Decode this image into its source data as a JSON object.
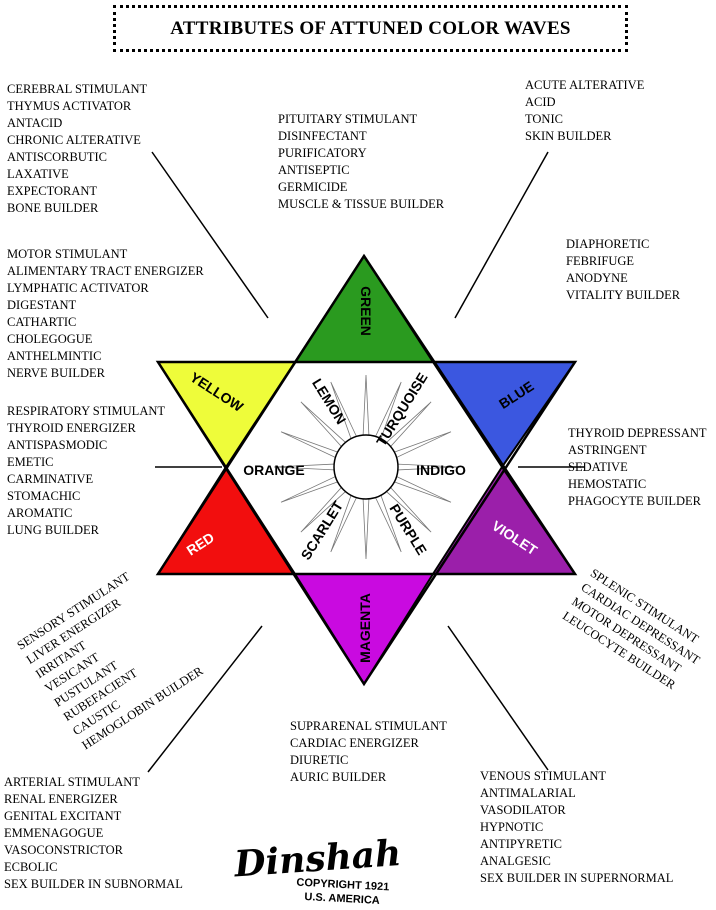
{
  "title": "ATTRIBUTES OF ATTUNED COLOR WAVES",
  "colors": {
    "green": "#2a9a1f",
    "blue": "#3b57e0",
    "violet": "#9b1faa",
    "magenta": "#c90ae0",
    "red": "#f20e0e",
    "yellow": "#eefc3a"
  },
  "triangle_labels": {
    "green": "GREEN",
    "blue": "BLUE",
    "violet": "VIOLET",
    "magenta": "MAGENTA",
    "red": "RED",
    "yellow": "YELLOW"
  },
  "inner_labels": {
    "lemon": "LEMON",
    "turquoise": "TURQUOISE",
    "orange": "ORANGE",
    "indigo": "INDIGO",
    "scarlet": "SCARLET",
    "purple": "PURPLE"
  },
  "lists": {
    "top_left": [
      "CEREBRAL STIMULANT",
      "THYMUS ACTIVATOR",
      "ANTACID",
      "CHRONIC ALTERATIVE",
      "ANTISCORBUTIC",
      "LAXATIVE",
      "EXPECTORANT",
      "BONE BUILDER"
    ],
    "top_center": [
      "PITUITARY STIMULANT",
      "DISINFECTANT",
      "PURIFICATORY",
      "ANTISEPTIC",
      "GERMICIDE",
      "MUSCLE & TISSUE BUILDER"
    ],
    "top_right": [
      "ACUTE ALTERATIVE",
      "ACID",
      "TONIC",
      "SKIN BUILDER"
    ],
    "left_upper": [
      "MOTOR STIMULANT",
      "ALIMENTARY TRACT ENERGIZER",
      "LYMPHATIC ACTIVATOR",
      "DIGESTANT",
      "CATHARTIC",
      "CHOLEGOGUE",
      "ANTHELMINTIC",
      "NERVE BUILDER"
    ],
    "right_upper": [
      "DIAPHORETIC",
      "FEBRIFUGE",
      "ANODYNE",
      "VITALITY BUILDER"
    ],
    "left_middle": [
      "RESPIRATORY STIMULANT",
      "THYROID ENERGIZER",
      "ANTISPASMODIC",
      "EMETIC",
      "CARMINATIVE",
      "STOMACHIC",
      "AROMATIC",
      "LUNG BUILDER"
    ],
    "right_middle": [
      "THYROID DEPRESSANT",
      "ASTRINGENT",
      "SEDATIVE",
      "HEMOSTATIC",
      "PHAGOCYTE BUILDER"
    ],
    "left_lower": [
      "SENSORY STIMULANT",
      "LIVER ENERGIZER",
      "IRRITANT",
      "VESICANT",
      "PUSTULANT",
      "RUBEFACIENT",
      "CAUSTIC",
      "HEMOGLOBIN BUILDER"
    ],
    "right_lower": [
      "SPLENIC STIMULANT",
      "CARDIAC DEPRESSANT",
      "MOTOR DEPRESSANT",
      "LEUCOCYTE BUILDER"
    ],
    "bottom_center": [
      "SUPRARENAL STIMULANT",
      "CARDIAC ENERGIZER",
      "DIURETIC",
      "AURIC BUILDER"
    ],
    "bottom_left": [
      "ARTERIAL STIMULANT",
      "RENAL ENERGIZER",
      "GENITAL EXCITANT",
      "EMMENAGOGUE",
      "VASOCONSTRICTOR",
      "ECBOLIC",
      "SEX BUILDER IN SUBNORMAL"
    ],
    "bottom_right": [
      "VENOUS STIMULANT",
      "ANTIMALARIAL",
      "VASODILATOR",
      "HYPNOTIC",
      "ANTIPYRETIC",
      "ANALGESIC",
      "SEX BUILDER IN SUPERNORMAL"
    ]
  },
  "signature": "Dinshah",
  "copyright": "COPYRIGHT 1921",
  "country": "U.S. AMERICA"
}
